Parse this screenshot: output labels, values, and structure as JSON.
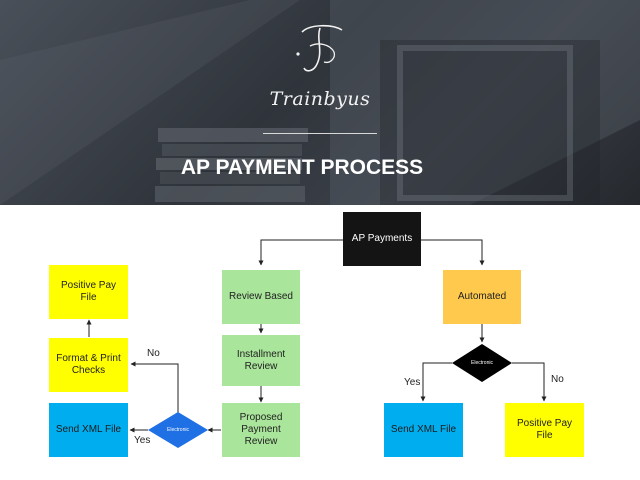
{
  "header": {
    "brand": "Trainbyus",
    "title": "AP PAYMENT PROCESS"
  },
  "diagram": {
    "nodes": {
      "ap_payments": "AP Payments",
      "review_based": "Review Based",
      "installment_review": "Installment Review",
      "proposed_payment_review": "Proposed Payment Review",
      "automated": "Automated",
      "positive_pay_file_left": "Positive Pay File",
      "format_print_checks": "Format & Print Checks",
      "send_xml_file_left": "Send XML File",
      "send_xml_file_right": "Send XML File",
      "positive_pay_file_right": "Positive Pay File",
      "electronic_left": "Electronic",
      "electronic_right": "Electronic"
    },
    "edge_labels": {
      "no_left": "No",
      "yes_left": "Yes",
      "yes_right": "Yes",
      "no_right": "No"
    }
  },
  "colors": {
    "banner": "#3a3f46",
    "black_box": "#141414",
    "yellow_box": "#ffff00",
    "green_box": "#a9e59a",
    "orange_box": "#ffc94d",
    "blue_box": "#00aeef",
    "diamond_left": "#1f6fe5",
    "diamond_right": "#000000"
  }
}
